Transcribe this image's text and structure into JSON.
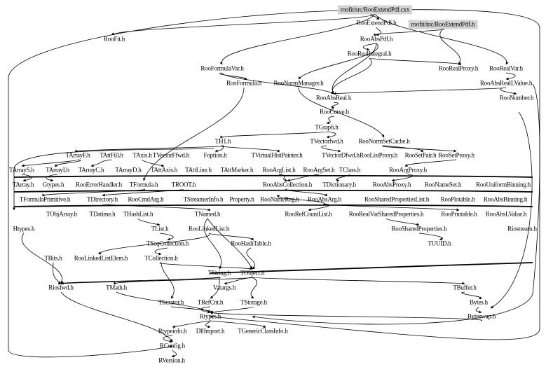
{
  "title": "roofit/src/RooExtendPdf.cxx include dependency graph",
  "nodes": [
    {
      "id": "src",
      "label": "roofit/src/RooExtendPdf.cxx",
      "shaded": true
    },
    {
      "id": "extendpdf",
      "label": "RooExtendPdf.h"
    },
    {
      "id": "inc",
      "label": "roofit/inc/RooExtendPdf.h",
      "shaded": true
    },
    {
      "id": "abspdf",
      "label": "RooAbsPdf.h"
    },
    {
      "id": "roofit",
      "label": "RooFit.h"
    },
    {
      "id": "realintegral",
      "label": "RooRealIntegral.h"
    },
    {
      "id": "formulavar",
      "label": "RooFormulaVar.h"
    },
    {
      "id": "realproxy",
      "label": "RooRealProxy.h"
    },
    {
      "id": "realvar",
      "label": "RooRealVar.h"
    },
    {
      "id": "formula",
      "label": "RooFormula.h"
    },
    {
      "id": "normmanager",
      "label": "RooNormManager.h"
    },
    {
      "id": "absreallvalue",
      "label": "RooAbsRealLValue.h"
    },
    {
      "id": "absreal",
      "label": "RooAbsReal.h"
    },
    {
      "id": "number",
      "label": "RooNumber.h"
    },
    {
      "id": "curve",
      "label": "RooCurve.h"
    },
    {
      "id": "tgraph",
      "label": "TGraph.h"
    },
    {
      "id": "th1",
      "label": "TH1.h"
    },
    {
      "id": "tvectorffwd",
      "label": "TVectorFfwd.h"
    },
    {
      "id": "tvectorfwd",
      "label": "TVectorfwd.h"
    },
    {
      "id": "normsetcache",
      "label": "RooNormSetCache.h"
    },
    {
      "id": "tarrayf",
      "label": "TArrayF.h"
    },
    {
      "id": "tattfill",
      "label": "TAttFill.h"
    },
    {
      "id": "taxis",
      "label": "TAxis.h"
    },
    {
      "id": "foption",
      "label": "Foption.h"
    },
    {
      "id": "tvirtualhist",
      "label": "TVirtualHistPainter.h"
    },
    {
      "id": "tvectordfwd",
      "label": "TVectorDfwd.h"
    },
    {
      "id": "listproxy",
      "label": "RooListProxy.h"
    },
    {
      "id": "setpair",
      "label": "RooSetPair.h"
    },
    {
      "id": "setproxy",
      "label": "RooSetProxy.h"
    },
    {
      "id": "tarrays",
      "label": "TArrayS.h"
    },
    {
      "id": "tarrayi",
      "label": "TArrayI.h"
    },
    {
      "id": "tarrayc",
      "label": "TArrayC.h"
    },
    {
      "id": "tarrayd",
      "label": "TArrayD.h"
    },
    {
      "id": "tattaxis",
      "label": "TAttAxis.h"
    },
    {
      "id": "tattline",
      "label": "TAttLine.h"
    },
    {
      "id": "tattmarker",
      "label": "TAttMarker.h"
    },
    {
      "id": "arglist",
      "label": "RooArgList.h"
    },
    {
      "id": "argset",
      "label": "RooArgSet.h"
    },
    {
      "id": "tclass",
      "label": "TClass.h"
    },
    {
      "id": "argproxy",
      "label": "RooArgProxy.h"
    },
    {
      "id": "tarray",
      "label": "TArray.h"
    },
    {
      "id": "gtypes",
      "label": "Gtypes.h"
    },
    {
      "id": "errorhandler",
      "label": "RooErrorHandler.h"
    },
    {
      "id": "tformula",
      "label": "TFormula.h"
    },
    {
      "id": "troot",
      "label": "TROOT.h"
    },
    {
      "id": "abscollection",
      "label": "RooAbsCollection.h"
    },
    {
      "id": "tdictionary",
      "label": "TDictionary.h"
    },
    {
      "id": "absproxy",
      "label": "RooAbsProxy.h"
    },
    {
      "id": "nameset",
      "label": "RooNameSet.h"
    },
    {
      "id": "uniformbinning",
      "label": "RooUniformBinning.h"
    },
    {
      "id": "tformulaprimitive",
      "label": "TFormulaPrimitive.h"
    },
    {
      "id": "tdirectory",
      "label": "TDirectory.h"
    },
    {
      "id": "cmdarg",
      "label": "RooCmdArg.h"
    },
    {
      "id": "tstreamerinfo",
      "label": "TStreamerInfo.h"
    },
    {
      "id": "property",
      "label": "Property.h"
    },
    {
      "id": "namereg",
      "label": "RooNameReg.h"
    },
    {
      "id": "absarg",
      "label": "RooAbsArg.h"
    },
    {
      "id": "sharedpropslist",
      "label": "RooSharedPropertiesList.h"
    },
    {
      "id": "plotable",
      "label": "RooPlotable.h"
    },
    {
      "id": "absbinning",
      "label": "RooAbsBinning.h"
    },
    {
      "id": "tobjarray",
      "label": "TObjArray.h"
    },
    {
      "id": "tdatime",
      "label": "TDatime.h"
    },
    {
      "id": "thashlist",
      "label": "THashList.h"
    },
    {
      "id": "tnamed",
      "label": "TNamed.h"
    },
    {
      "id": "refcountlist",
      "label": "RooRefCountList.h"
    },
    {
      "id": "realvarsharedprops",
      "label": "RooRealVarSharedProperties.h"
    },
    {
      "id": "printable",
      "label": "RooPrintable.h"
    },
    {
      "id": "abslvalue",
      "label": "RooAbsLValue.h"
    },
    {
      "id": "htypes",
      "label": "Htypes.h"
    },
    {
      "id": "tlist",
      "label": "TList.h"
    },
    {
      "id": "linkedlist",
      "label": "RooLinkedList.h"
    },
    {
      "id": "sharedprops",
      "label": "RooSharedProperties.h"
    },
    {
      "id": "riostream",
      "label": "Riostream.h"
    },
    {
      "id": "tseqcollection",
      "label": "TSeqCollection.h"
    },
    {
      "id": "hashtable",
      "label": "RooHashTable.h"
    },
    {
      "id": "tuuid",
      "label": "TUUID.h"
    },
    {
      "id": "tbits",
      "label": "TBits.h"
    },
    {
      "id": "linkedlistelem",
      "label": "RooLinkedListElem.h"
    },
    {
      "id": "tcollection",
      "label": "TCollection.h"
    },
    {
      "id": "tstring",
      "label": "TString.h"
    },
    {
      "id": "tobject",
      "label": "TObject.h"
    },
    {
      "id": "riosfwd",
      "label": "Riosfwd.h"
    },
    {
      "id": "tmath",
      "label": "TMath.h"
    },
    {
      "id": "varargs",
      "label": "Varargs.h"
    },
    {
      "id": "tbuffer",
      "label": "TBuffer.h"
    },
    {
      "id": "titerator",
      "label": "TIterator.h"
    },
    {
      "id": "trefcnt",
      "label": "TRefCnt.h"
    },
    {
      "id": "tstorage",
      "label": "TStorage.h"
    },
    {
      "id": "bytes",
      "label": "Bytes.h"
    },
    {
      "id": "rtypes",
      "label": "Rtypes.h"
    },
    {
      "id": "byteswap",
      "label": "Byteswap.h"
    },
    {
      "id": "rtypeinfo",
      "label": "Rtypeinfo.h"
    },
    {
      "id": "dllimport",
      "label": "DllImport.h"
    },
    {
      "id": "tgenericclassinfo",
      "label": "TGenericClassInfo.h"
    },
    {
      "id": "rconfig",
      "label": "RConfig.h"
    },
    {
      "id": "rversion",
      "label": "RVersion.h"
    }
  ],
  "edges": [
    [
      "src",
      "extendpdf"
    ],
    [
      "src",
      "roofit"
    ],
    [
      "src",
      "realvar"
    ],
    [
      "src",
      "formulavar"
    ],
    [
      "extendpdf",
      "abspdf"
    ],
    [
      "inc",
      "abspdf"
    ],
    [
      "inc",
      "realproxy"
    ],
    [
      "abspdf",
      "absreal"
    ],
    [
      "abspdf",
      "normmanager"
    ],
    [
      "abspdf",
      "realintegral"
    ],
    [
      "realintegral",
      "realproxy"
    ],
    [
      "realintegral",
      "absreal"
    ],
    [
      "formulavar",
      "formula"
    ],
    [
      "formulavar",
      "absreal"
    ],
    [
      "realvar",
      "absreallvalue"
    ],
    [
      "absreallvalue",
      "number"
    ],
    [
      "absreallvalue",
      "absreal"
    ],
    [
      "absreal",
      "curve"
    ],
    [
      "curve",
      "tgraph"
    ],
    [
      "tgraph",
      "th1"
    ],
    [
      "tgraph",
      "tvectorfwd"
    ],
    [
      "tvectorfwd",
      "tvectordfwd"
    ],
    [
      "th1",
      "foption"
    ],
    [
      "th1",
      "tarrayf"
    ],
    [
      "th1",
      "tvirtualhist"
    ],
    [
      "normmanager",
      "normsetcache"
    ],
    [
      "normsetcache",
      "setpair"
    ],
    [
      "normsetcache",
      "setproxy"
    ],
    [
      "tarrayf",
      "tarrays"
    ],
    [
      "tarrayf",
      "tarrayi"
    ],
    [
      "tattfill",
      "tarrayc"
    ],
    [
      "taxis",
      "tattaxis"
    ],
    [
      "tarrays",
      "tarray"
    ],
    [
      "tarrayi",
      "gtypes"
    ],
    [
      "formula",
      "tformula"
    ],
    [
      "arglist",
      "abscollection"
    ],
    [
      "argset",
      "abscollection"
    ],
    [
      "tclass",
      "tdictionary"
    ],
    [
      "argproxy",
      "absproxy"
    ],
    [
      "setproxy",
      "argproxy"
    ],
    [
      "troot",
      "tdirectory"
    ],
    [
      "tformula",
      "tformulaprimitive"
    ],
    [
      "abscollection",
      "absarg"
    ],
    [
      "absarg",
      "namereg"
    ],
    [
      "absarg",
      "refcountlist"
    ],
    [
      "absarg",
      "printable"
    ],
    [
      "tdirectory",
      "tnamed"
    ],
    [
      "tnamed",
      "tobject"
    ],
    [
      "tnamed",
      "tstring"
    ],
    [
      "thashlist",
      "tlist"
    ],
    [
      "tlist",
      "tseqcollection"
    ],
    [
      "tseqcollection",
      "tcollection"
    ],
    [
      "linkedlist",
      "hashtable"
    ],
    [
      "linkedlist",
      "linkedlistelem"
    ],
    [
      "hashtable",
      "tobject"
    ],
    [
      "realvarsharedprops",
      "sharedprops"
    ],
    [
      "sharedprops",
      "tuuid"
    ],
    [
      "tcollection",
      "tobject"
    ],
    [
      "tcollection",
      "titerator"
    ],
    [
      "tobject",
      "tstorage"
    ],
    [
      "tobject",
      "varargs"
    ],
    [
      "tobject",
      "tbuffer"
    ],
    [
      "tobject",
      "riosfwd"
    ],
    [
      "tstring",
      "tmath"
    ],
    [
      "tstring",
      "trefcnt"
    ],
    [
      "tstring",
      "riosfwd"
    ],
    [
      "tbuffer",
      "bytes"
    ],
    [
      "bytes",
      "byteswap"
    ],
    [
      "titerator",
      "rtypes"
    ],
    [
      "trefcnt",
      "rtypes"
    ],
    [
      "tstorage",
      "rtypes"
    ],
    [
      "tmath",
      "rtypes"
    ],
    [
      "rtypes",
      "rtypeinfo"
    ],
    [
      "rtypes",
      "dllimport"
    ],
    [
      "rtypes",
      "tgenericclassinfo"
    ],
    [
      "rtypeinfo",
      "rconfig"
    ],
    [
      "rconfig",
      "rversion"
    ],
    [
      "riosfwd",
      "rconfig"
    ],
    [
      "htypes",
      "riosfwd"
    ],
    [
      "tbits",
      "riosfwd"
    ],
    [
      "byteswap",
      "rtypes"
    ]
  ]
}
